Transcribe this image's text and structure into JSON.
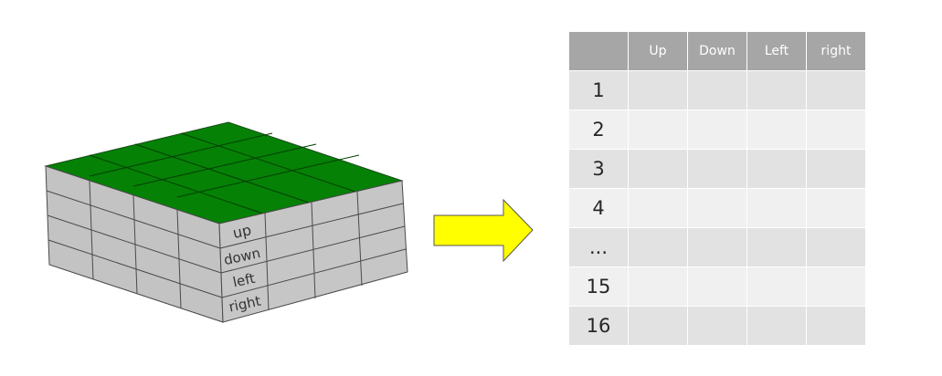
{
  "block": {
    "face_labels": [
      "up",
      "down",
      "left",
      "right"
    ],
    "colors": {
      "top": "#058105",
      "side": "#c0c0c0",
      "edge": "#4a4a4a"
    }
  },
  "arrow": {
    "color": "#ffff00",
    "outline": "#555555"
  },
  "table": {
    "headers": [
      "",
      "Up",
      "Down",
      "Left",
      "right"
    ],
    "rows": [
      "1",
      "2",
      "3",
      "4",
      "...",
      "15",
      "16"
    ],
    "colors": {
      "header": "#a6a6a6",
      "row_odd": "#e2e2e2",
      "row_even": "#f0f0f0"
    }
  }
}
